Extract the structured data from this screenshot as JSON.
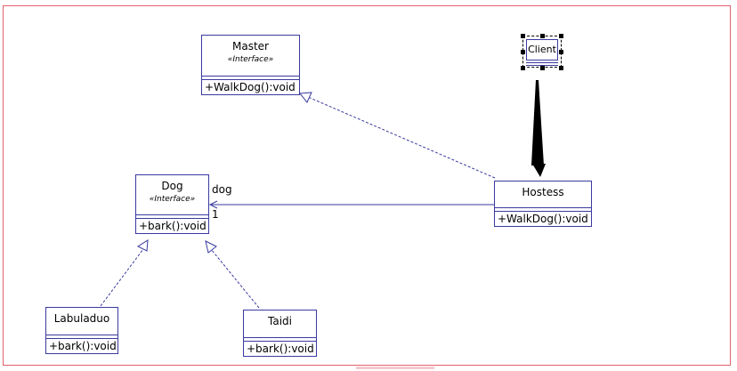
{
  "classes": {
    "master": {
      "name": "Master",
      "stereotype": "«Interface»",
      "operation": "+WalkDog():void"
    },
    "dog": {
      "name": "Dog",
      "stereotype": "«Interface»",
      "operation": "+bark():void"
    },
    "hostess": {
      "name": "Hostess",
      "operation": "+WalkDog():void"
    },
    "labuladuo": {
      "name": "Labuladuo",
      "operation": "+bark():void"
    },
    "taidi": {
      "name": "Taidi",
      "operation": "+bark():void"
    },
    "client": {
      "name": "Client"
    }
  },
  "association": {
    "role": "dog",
    "multiplicity": "1"
  },
  "colors": {
    "line": "#3a3aa0",
    "frame": "#e2626a",
    "dependency": "#000000"
  }
}
